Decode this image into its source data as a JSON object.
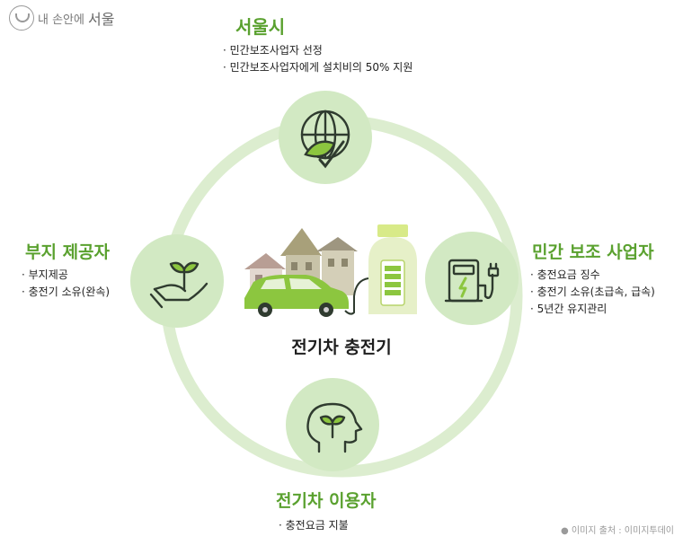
{
  "logo": {
    "text_small": "내 손안에",
    "text_large": "서울"
  },
  "hub": {
    "label": "전기차 충전기"
  },
  "top": {
    "title": "서울시",
    "bullets": [
      "민간보조사업자 선정",
      "민간보조사업자에게 설치비의 50% 지원"
    ]
  },
  "left": {
    "title": "부지 제공자",
    "bullets": [
      "부지제공",
      "충전기 소유(완속)"
    ]
  },
  "right": {
    "title": "민간 보조 사업자",
    "bullets": [
      "충전요금 징수",
      "충전기 소유(초급속, 급속)",
      "5년간 유지관리"
    ]
  },
  "bottom": {
    "title": "전기차 이용자",
    "bullets": [
      "충전요금 지불"
    ]
  },
  "source": "● 이미지 출처 : 이미지투데이",
  "colors": {
    "accent": "#5aa12f",
    "ring": "#dcedcf",
    "node_fill": "#d2e9c3",
    "icon": "#2f3b2f",
    "leaf": "#8cc63f"
  },
  "icons": {
    "top": "globe-leaf-icon",
    "left": "hand-plant-icon",
    "right": "ev-charger-icon",
    "bottom": "head-sprout-icon",
    "hub": "ev-house-charger-icon"
  }
}
